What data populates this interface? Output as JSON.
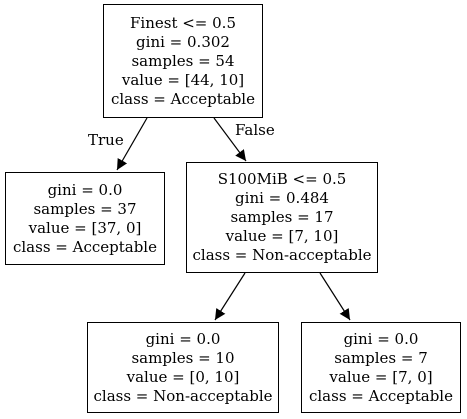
{
  "tree": {
    "root": {
      "lines": [
        "Finest <= 0.5",
        "gini = 0.302",
        "samples = 54",
        "value = [44, 10]",
        "class = Acceptable"
      ]
    },
    "left_leaf": {
      "lines": [
        "gini = 0.0",
        "samples = 37",
        "value = [37, 0]",
        "class = Acceptable"
      ]
    },
    "split_node": {
      "lines": [
        "S100MiB <= 0.5",
        "gini = 0.484",
        "samples = 17",
        "value = [7, 10]",
        "class = Non-acceptable"
      ]
    },
    "leaf_bottom_left": {
      "lines": [
        "gini = 0.0",
        "samples = 10",
        "value = [0, 10]",
        "class = Non-acceptable"
      ]
    },
    "leaf_bottom_right": {
      "lines": [
        "gini = 0.0",
        "samples = 7",
        "value = [7, 0]",
        "class = Acceptable"
      ]
    },
    "edge_labels": {
      "true_label": "True",
      "false_label": "False"
    }
  }
}
